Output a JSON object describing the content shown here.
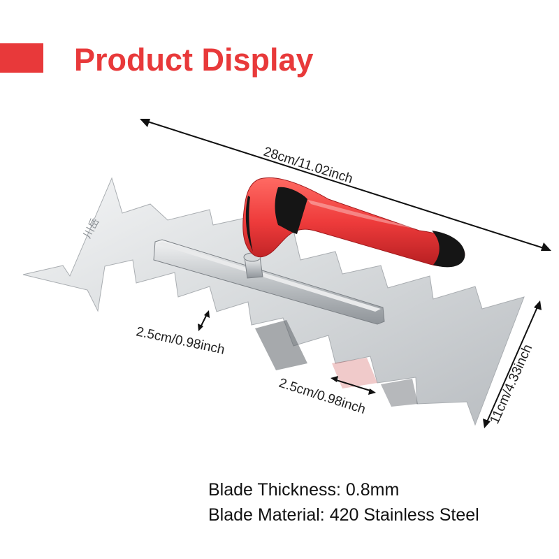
{
  "header": {
    "title": "Product Display",
    "accent_color": "#e8393a"
  },
  "dimensions": {
    "length": "28cm/11.02inch",
    "width": "11cm/4.33inch",
    "tooth_depth": "2.5cm/0.98inch",
    "tooth_spacing": "2.5cm/0.98inch"
  },
  "product": {
    "logo_text": "川岳",
    "handle_color": "#ee3b3b",
    "grip_color": "#151515"
  },
  "specs": {
    "thickness": "Blade Thickness: 0.8mm",
    "material": "Blade Material: 420 Stainless Steel"
  }
}
